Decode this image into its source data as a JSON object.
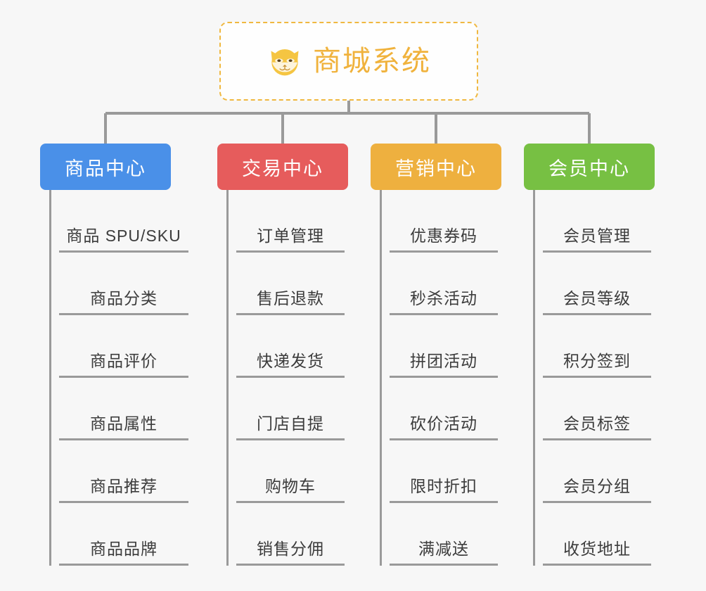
{
  "canvas": {
    "background": "#f7f7f7",
    "connector_color": "#9a9a9a"
  },
  "root": {
    "title": "商城系统",
    "icon": "shiba-inu-dog-face-icon",
    "text_color": "#f0b23c",
    "border_color": "#f0b840",
    "fill": "#fefefe"
  },
  "branches": [
    {
      "label": "商品中心",
      "color": "#4a90e8",
      "items": [
        "商品 SPU/SKU",
        "商品分类",
        "商品评价",
        "商品属性",
        "商品推荐",
        "商品品牌"
      ]
    },
    {
      "label": "交易中心",
      "color": "#e65c5c",
      "items": [
        "订单管理",
        "售后退款",
        "快递发货",
        "门店自提",
        "购物车",
        "销售分佣"
      ]
    },
    {
      "label": "营销中心",
      "color": "#eeb03f",
      "items": [
        "优惠券码",
        "秒杀活动",
        "拼团活动",
        "砍价活动",
        "限时折扣",
        "满减送"
      ]
    },
    {
      "label": "会员中心",
      "color": "#77c043",
      "items": [
        "会员管理",
        "会员等级",
        "积分签到",
        "会员标签",
        "会员分组",
        "收货地址"
      ]
    }
  ]
}
